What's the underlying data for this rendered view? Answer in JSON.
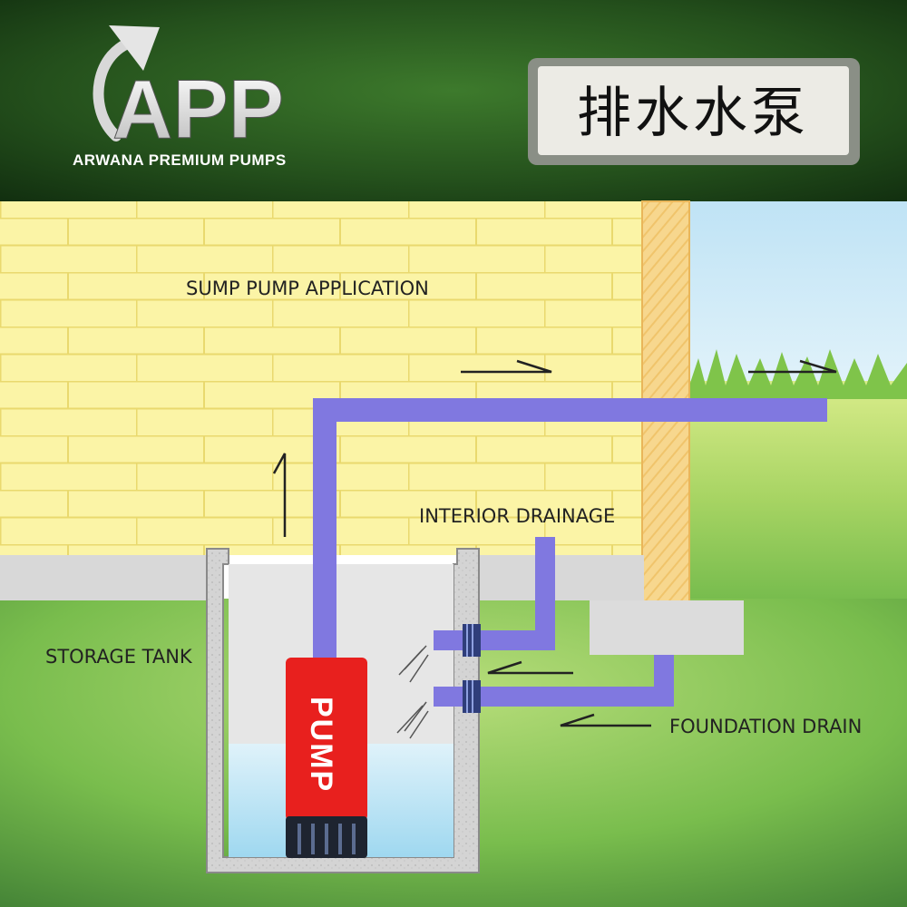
{
  "header": {
    "logo_text": "APP",
    "brand_name": "ARWANA PREMIUM PUMPS",
    "badge_text": "排水水泵"
  },
  "labels": {
    "application": "SUMP PUMP APPLICATION",
    "interior_drainage": "INTERIOR DRAINAGE",
    "storage_tank": "STORAGE TANK",
    "foundation_drain": "FOUNDATION DRAIN",
    "pump": "PUMP"
  },
  "colors": {
    "header_green": "#1f4a1a",
    "wall_yellow": "#fbf4a6",
    "brick_line": "#e8d970",
    "pipe_purple": "#8078e0",
    "pump_red": "#e8201e",
    "water_blue": "#bfe6f5",
    "grass_green": "#7fc44a",
    "concrete_gray": "#d9d9d9",
    "sky_blue": "#cde8f6"
  }
}
